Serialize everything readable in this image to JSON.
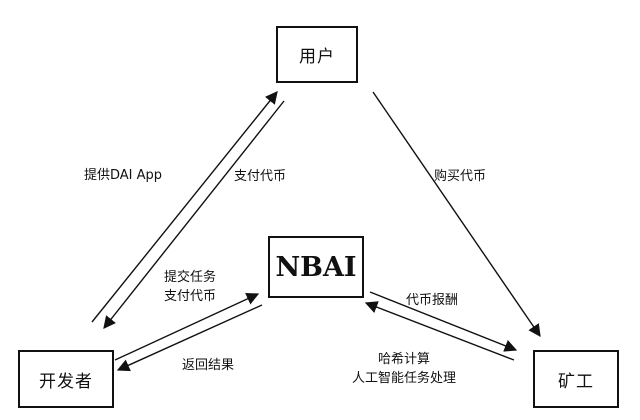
{
  "nodes": {
    "user": "用户",
    "nbai": "NBAI",
    "developer": "开发者",
    "miner": "矿工"
  },
  "edges": {
    "provide_app": "提供DAI App",
    "pay_token_user": "支付代币",
    "buy_token": "购买代币",
    "submit_task": "提交任务",
    "pay_token_dev": "支付代币",
    "return_result": "返回结果",
    "token_reward": "代币报酬",
    "hash_compute": "哈希计算",
    "ai_task": "人工智能任务处理"
  },
  "colors": {
    "line": "#111111",
    "background": "#ffffff"
  }
}
